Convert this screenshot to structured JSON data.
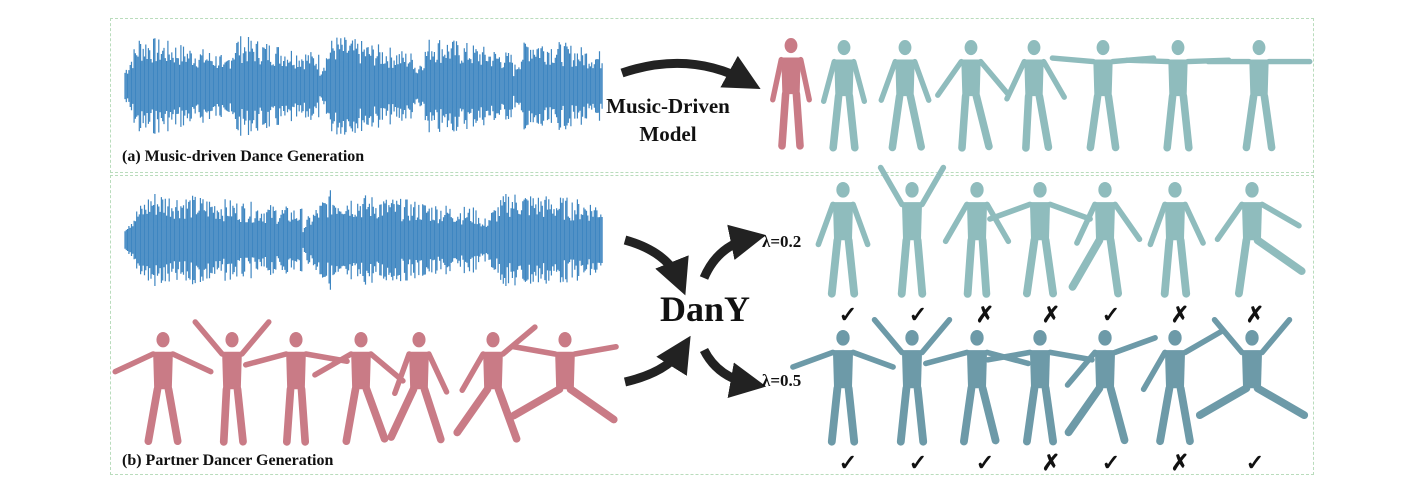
{
  "panel_a": {
    "caption": "(a) Music-driven Dance Generation",
    "model_label_line1": "Music-Driven",
    "model_label_line2": "Model"
  },
  "panel_b": {
    "caption": "(b) Partner Dancer Generation",
    "model_label": "DanY",
    "row1_label": "λ=0.2",
    "row2_label": "λ=0.5",
    "row1_marks": [
      "✓",
      "✓",
      "✗",
      "✗",
      "✓",
      "✗",
      "✗"
    ],
    "row2_marks": [
      "✓",
      "✓",
      "✓",
      "✗",
      "✓",
      "✗",
      "✓"
    ]
  },
  "colors": {
    "waveform": "#3e86c1",
    "leader_body": "#c97b86",
    "follower_body_light": "#8fbcbd",
    "follower_body_dark": "#6d9aa8",
    "arrow": "#222222",
    "border": "#b9dcbc"
  },
  "icons": {
    "arrow": "curved-arrow-icon",
    "figure": "human-figure-icon",
    "waveform": "audio-waveform-icon"
  }
}
